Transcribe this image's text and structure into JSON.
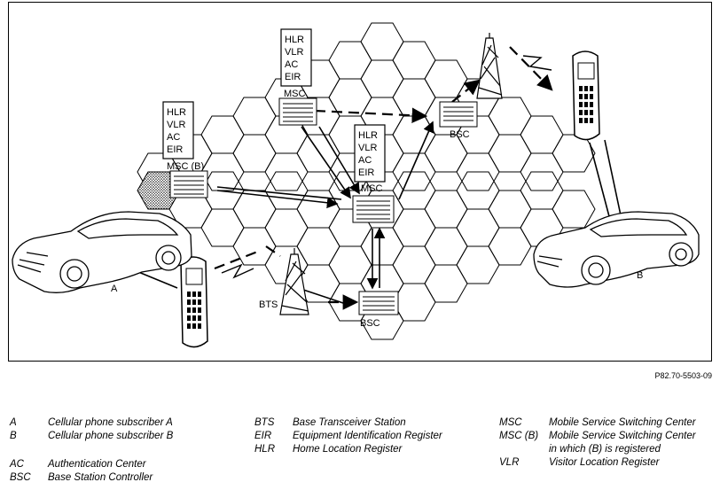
{
  "diagram": {
    "labels": {
      "msc_top": "MSC",
      "msc_center": "MSC",
      "msc_b": "MSC (B)",
      "bsc_top": "BSC",
      "bsc_bottom": "BSC",
      "bts": "BTS",
      "car_a": "A",
      "car_b": "B"
    },
    "register_stacks": {
      "top": [
        "HLR",
        "VLR",
        "AC",
        "EIR"
      ],
      "left": [
        "HLR",
        "VLR",
        "AC",
        "EIR"
      ],
      "center": [
        "HLR",
        "VLR",
        "AC",
        "EIR"
      ]
    },
    "reference": "P82.70-5503-09"
  },
  "legend": {
    "col1": [
      {
        "abbr": "A",
        "desc": "Cellular phone subscriber A"
      },
      {
        "abbr": "B",
        "desc": "Cellular phone subscriber B"
      },
      {
        "abbr": "",
        "desc": ""
      },
      {
        "abbr": "AC",
        "desc": "Authentication Center"
      },
      {
        "abbr": "BSC",
        "desc": "Base Station Controller"
      }
    ],
    "col2": [
      {
        "abbr": "BTS",
        "desc": "Base Transceiver Station"
      },
      {
        "abbr": "EIR",
        "desc": "Equipment Identification Register"
      },
      {
        "abbr": "HLR",
        "desc": "Home Location Register"
      }
    ],
    "col3": [
      {
        "abbr": "MSC",
        "desc": "Mobile Service Switching Center"
      },
      {
        "abbr": "MSC (B)",
        "desc": "Mobile Service Switching Center",
        "desc2": "in which (B) is registered"
      },
      {
        "abbr": "VLR",
        "desc": "Visitor Location Register"
      }
    ]
  }
}
